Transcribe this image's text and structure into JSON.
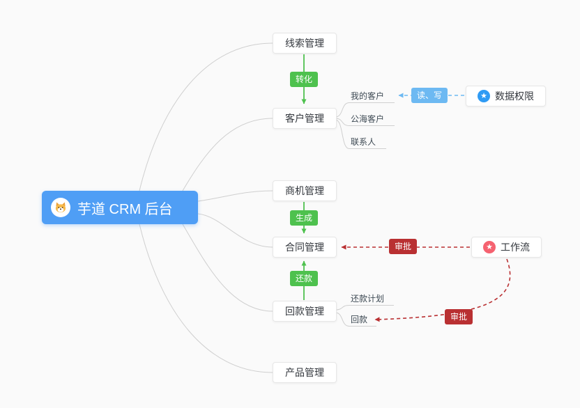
{
  "hub": {
    "label": "芋道 CRM 后台",
    "icon": "dog-icon"
  },
  "nodes": {
    "leads": {
      "label": "线索管理"
    },
    "customers": {
      "label": "客户管理"
    },
    "opportunities": {
      "label": "商机管理"
    },
    "contracts": {
      "label": "合同管理"
    },
    "payments": {
      "label": "回款管理"
    },
    "products": {
      "label": "产品管理"
    }
  },
  "sub_items": {
    "my_customers": {
      "label": "我的客户"
    },
    "public_customers": {
      "label": "公海客户"
    },
    "contacts": {
      "label": "联系人"
    },
    "repayment_plan": {
      "label": "还款计划"
    },
    "receivable": {
      "label": "回款"
    }
  },
  "badges": {
    "convert": {
      "label": "转化"
    },
    "generate": {
      "label": "生成"
    },
    "repay": {
      "label": "还款"
    },
    "read_write": {
      "label": "读、写"
    },
    "approve_contract": {
      "label": "审批"
    },
    "approve_receivable": {
      "label": "审批"
    }
  },
  "side_nodes": {
    "data_permission": {
      "label": "数据权限",
      "icon": "star-icon",
      "glyph": "★"
    },
    "workflow": {
      "label": "工作流",
      "icon": "star-icon",
      "glyph": "★"
    }
  },
  "colors": {
    "hub": "#4f9ef5",
    "green_badge": "#4ec14e",
    "blue_badge": "#6db9f2",
    "red_badge": "#b93032",
    "connector": "#cfcfcf",
    "data_permission_icon": "#2f9bf4",
    "workflow_icon": "#f56270"
  }
}
